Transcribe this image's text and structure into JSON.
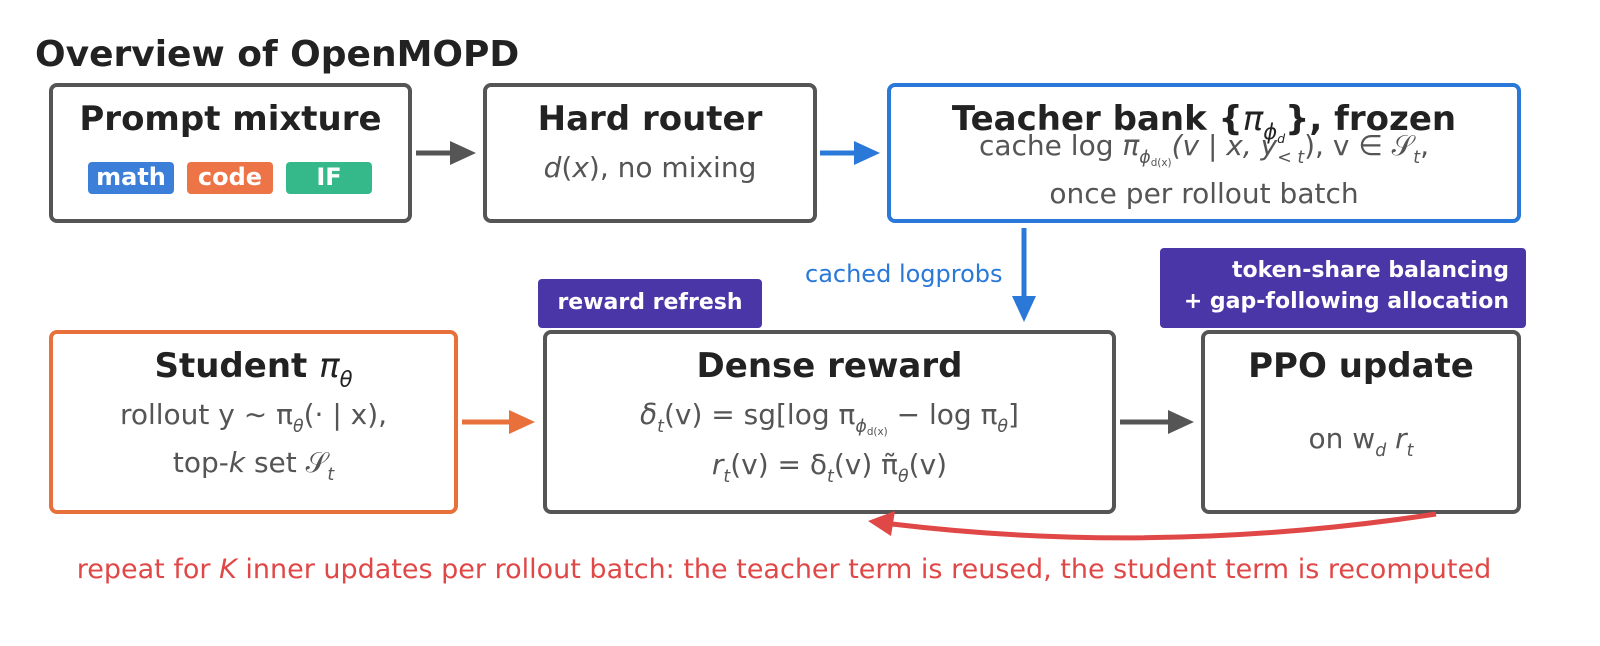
{
  "title": "Overview of OpenMOPD",
  "prompt_box": {
    "title": "Prompt mixture",
    "tags": [
      {
        "label": "math",
        "color": "#3b7fd8"
      },
      {
        "label": "code",
        "color": "#ec7446"
      },
      {
        "label": "IF",
        "color": "#35b98a"
      }
    ]
  },
  "router_box": {
    "title": "Hard router",
    "line_a": "d",
    "line_b": "(",
    "line_c": "x",
    "line_d": "), no mixing"
  },
  "teacher_box": {
    "title_a": "Teacher bank {",
    "title_pi": "π",
    "title_phi": "ϕ",
    "title_d": "d",
    "title_b": "}, frozen",
    "line1_a": "cache log ",
    "line1_pi": "π",
    "line1_sub": "ϕ",
    "line1_subsub": "d(x)",
    "line1_b": "(v | x, y",
    "line1_lt": "< t",
    "line1_c": "), v ∈ 𝒮",
    "line1_t": "t",
    "line1_d": ",",
    "line2": "once per rollout batch"
  },
  "student_box": {
    "title_a": "Student ",
    "title_pi": "π",
    "title_theta": "θ",
    "line1": "rollout y ∼ π",
    "line1_theta": "θ",
    "line1_b": "(· | x),",
    "line2_a": "top-",
    "line2_k": "k",
    "line2_b": " set 𝒮",
    "line2_t": "t"
  },
  "reward_box": {
    "title": "Dense reward",
    "line1_a": "δ",
    "line1_t": "t",
    "line1_b": "(v) = sg[log π",
    "line1_phi": "ϕ",
    "line1_dx": "d(x)",
    "line1_c": " − log π",
    "line1_theta": "θ",
    "line1_d": "]",
    "line2_a": "r",
    "line2_t": "t",
    "line2_b": "(v) = δ",
    "line2_t2": "t",
    "line2_c": "(v) π̃",
    "line2_theta": "θ",
    "line2_d": "(v)"
  },
  "ppo_box": {
    "title": "PPO update",
    "line_a": "on w",
    "line_d": "d",
    "line_b": " r",
    "line_t": "t"
  },
  "badge_refresh": "reward refresh",
  "badge_balance": [
    "token-share balancing",
    "+ gap-following allocation"
  ],
  "cached_label": "cached logprobs",
  "footer_a": "repeat for ",
  "footer_k": "K",
  "footer_b": " inner updates per rollout batch: the teacher term is reused, the student term is recomputed",
  "colors": {
    "box_border": "#555555",
    "teacher_border": "#2a78d8",
    "student_border": "#e8703a",
    "badge_bg": "#4a36a6",
    "footer_red": "#e04848"
  }
}
